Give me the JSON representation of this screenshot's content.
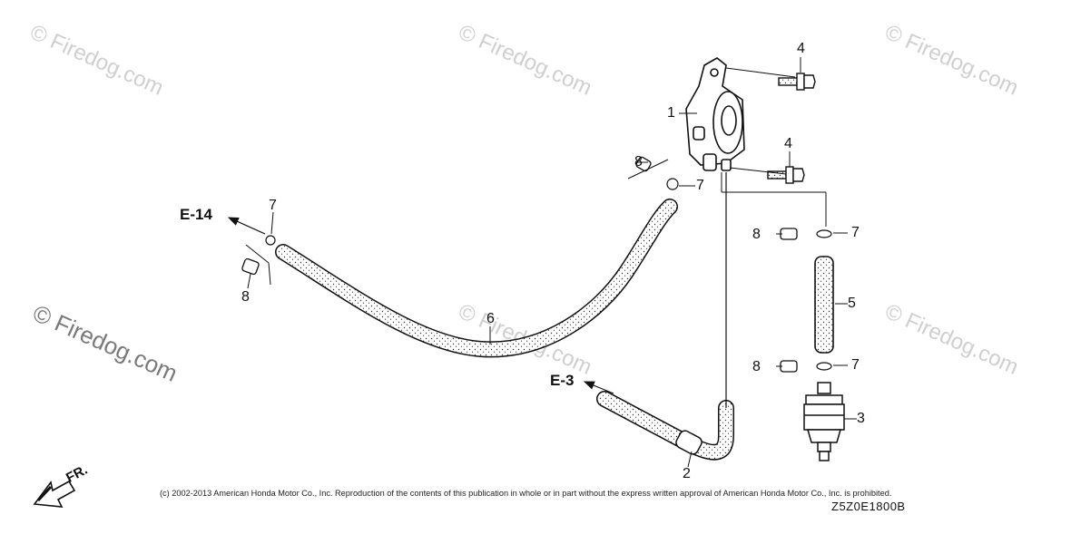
{
  "watermarks": [
    "© Firedog.com",
    "© Firedog.com",
    "© Firedog.com",
    "© Firedog.com",
    "© Firedog.com",
    "© Firedog.com"
  ],
  "callouts": {
    "p1": "1",
    "p2": "2",
    "p3": "3",
    "p4a": "4",
    "p4b": "4",
    "p5": "5",
    "p6": "6",
    "p7a": "7",
    "p7b": "7",
    "p7c": "7",
    "p7d": "7",
    "p8a": "8",
    "p8b": "8",
    "p8c": "8",
    "p8d": "8"
  },
  "references": {
    "e14": "E-14",
    "e3": "E-3"
  },
  "direction_label": "FR.",
  "copyright": "(c) 2002-2013 American Honda Motor Co., Inc. Reproduction of the contents of this publication in whole or in part without the express written approval of American Honda Motor Co., Inc. is prohibited.",
  "diagram_code": "Z5Z0E1800B"
}
